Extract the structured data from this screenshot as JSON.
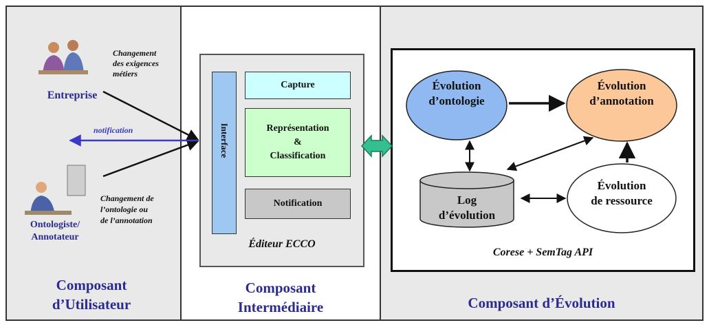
{
  "colors": {
    "panel_gray": "#e9e9e9",
    "capture_fill": "#ccffff",
    "representation_fill": "#ccffcc",
    "notification_fill": "#c8c8c8",
    "interface_fill": "#9ec8f2",
    "ontology_evolution_fill": "#8fb9f0",
    "annotation_evolution_fill": "#fcc89a",
    "log_fill": "#c8c8c8",
    "label_blue": "#2b2b8f",
    "notification_arrow": "#3a3ac4",
    "connector_fill": "#33bf8f"
  },
  "user_component": {
    "entreprise_label": "Entreprise",
    "business_change": "Changement\ndes exigences\nmétiers",
    "notification_label": "notification",
    "ontology_change": "Changement de\nl’ontologie ou\nde l’annotation",
    "ontologist_label": "Ontologiste/\nAnnotateur",
    "title": "Composant\nd’Utilisateur",
    "icons": [
      "business-people-icon",
      "person-at-computer-icon"
    ]
  },
  "intermediate_component": {
    "interface_label": "Interface",
    "capture_label": "Capture",
    "representation_label": "Représentation\n&\nClassification",
    "notification_box_label": "Notification",
    "editor_label": "Éditeur ECCO",
    "title": "Composant\nIntermédiaire"
  },
  "evolution_component": {
    "ontology_evolution": "Évolution\nd’ontologie",
    "annotation_evolution": "Évolution\nd’annotation",
    "log_label": "Log\nd’évolution",
    "resource_evolution": "Évolution\nde ressource",
    "api_label": "Corese + SemTag API",
    "title": "Composant d’Évolution"
  }
}
